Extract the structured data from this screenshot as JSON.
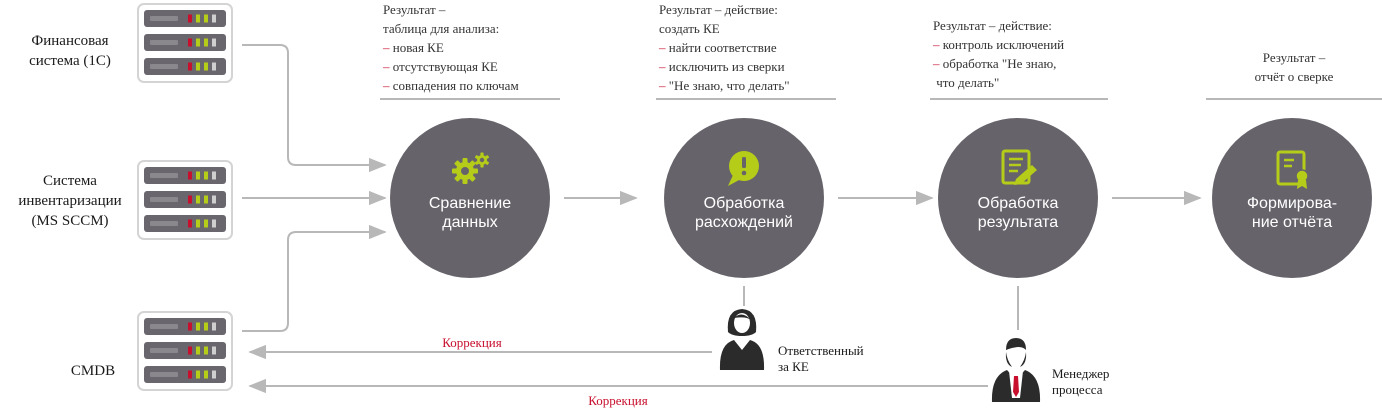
{
  "sources": [
    {
      "label": "Финансовая\nсистема (1С)"
    },
    {
      "label": "Система\nинвентаризации\n(MS SCCM)"
    },
    {
      "label": "CMDB"
    }
  ],
  "steps": [
    {
      "label": "Сравнение\nданных",
      "icon": "gears-icon"
    },
    {
      "label": "Обработка\nрасхождений",
      "icon": "alert-bubble-icon"
    },
    {
      "label": "Обработка\nрезультата",
      "icon": "document-pen-icon"
    },
    {
      "label": "Формирова-\nние отчёта",
      "icon": "certificate-icon"
    }
  ],
  "notes": [
    {
      "lines": [
        "Результат –",
        "таблица для анализа:"
      ],
      "items": [
        "новая КЕ",
        "отсутствующая КЕ",
        "совпадения по ключам"
      ]
    },
    {
      "lines": [
        "Результат – действие:",
        "создать КЕ"
      ],
      "items": [
        "найти соответствие",
        "исключить из сверки",
        "\"Не знаю, что делать\""
      ]
    },
    {
      "lines": [
        "Результат – действие:"
      ],
      "items": [
        "контроль исключений",
        "обработка \"Не знаю,",
        "что делать\""
      ]
    },
    {
      "lines": [
        "Результат –",
        "отчёт о сверке"
      ],
      "items": []
    }
  ],
  "roles": [
    {
      "label": "Ответственный\nза КЕ",
      "icon": "woman-avatar-icon"
    },
    {
      "label": "Менеджер\nпроцесса",
      "icon": "man-tie-avatar-icon"
    }
  ],
  "corrections": [
    "Коррекция",
    "Коррекция"
  ],
  "colors": {
    "circle": "#67636a",
    "accent": "#b5cc18",
    "red": "#c8102e",
    "line": "#b8b8b8",
    "server": "#6a666d"
  }
}
